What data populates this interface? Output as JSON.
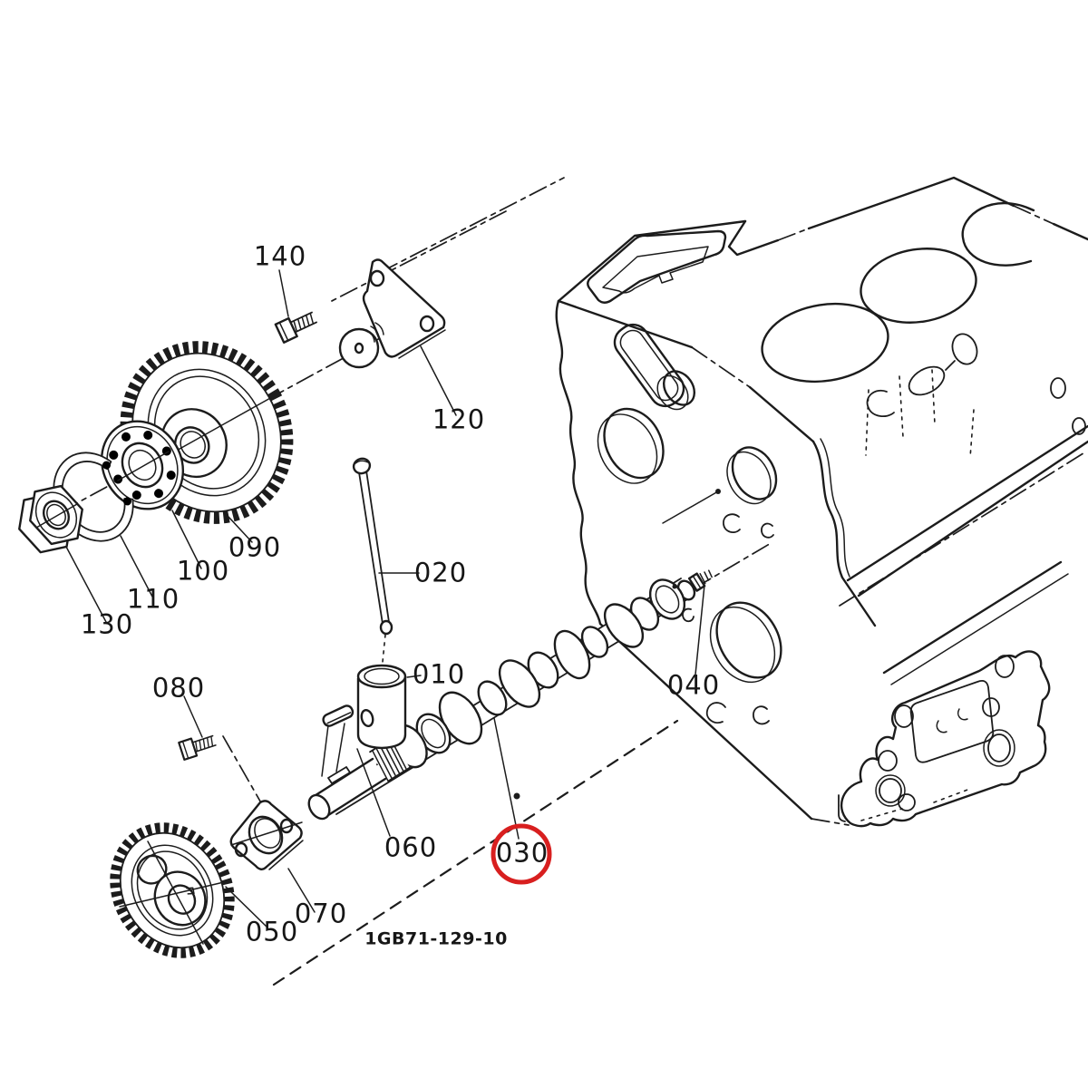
{
  "diagram": {
    "drawing_code": "1GB71-129-10",
    "highlighted_part_ref": "030",
    "colors": {
      "line": "#1c1c1c",
      "highlight_circle": "#d81f1f",
      "background": "#ffffff"
    },
    "parts": [
      {
        "ref": "010"
      },
      {
        "ref": "020"
      },
      {
        "ref": "030",
        "highlighted": true
      },
      {
        "ref": "040"
      },
      {
        "ref": "050"
      },
      {
        "ref": "060"
      },
      {
        "ref": "070"
      },
      {
        "ref": "080"
      },
      {
        "ref": "090"
      },
      {
        "ref": "100"
      },
      {
        "ref": "110"
      },
      {
        "ref": "120"
      },
      {
        "ref": "130"
      },
      {
        "ref": "140"
      }
    ]
  }
}
